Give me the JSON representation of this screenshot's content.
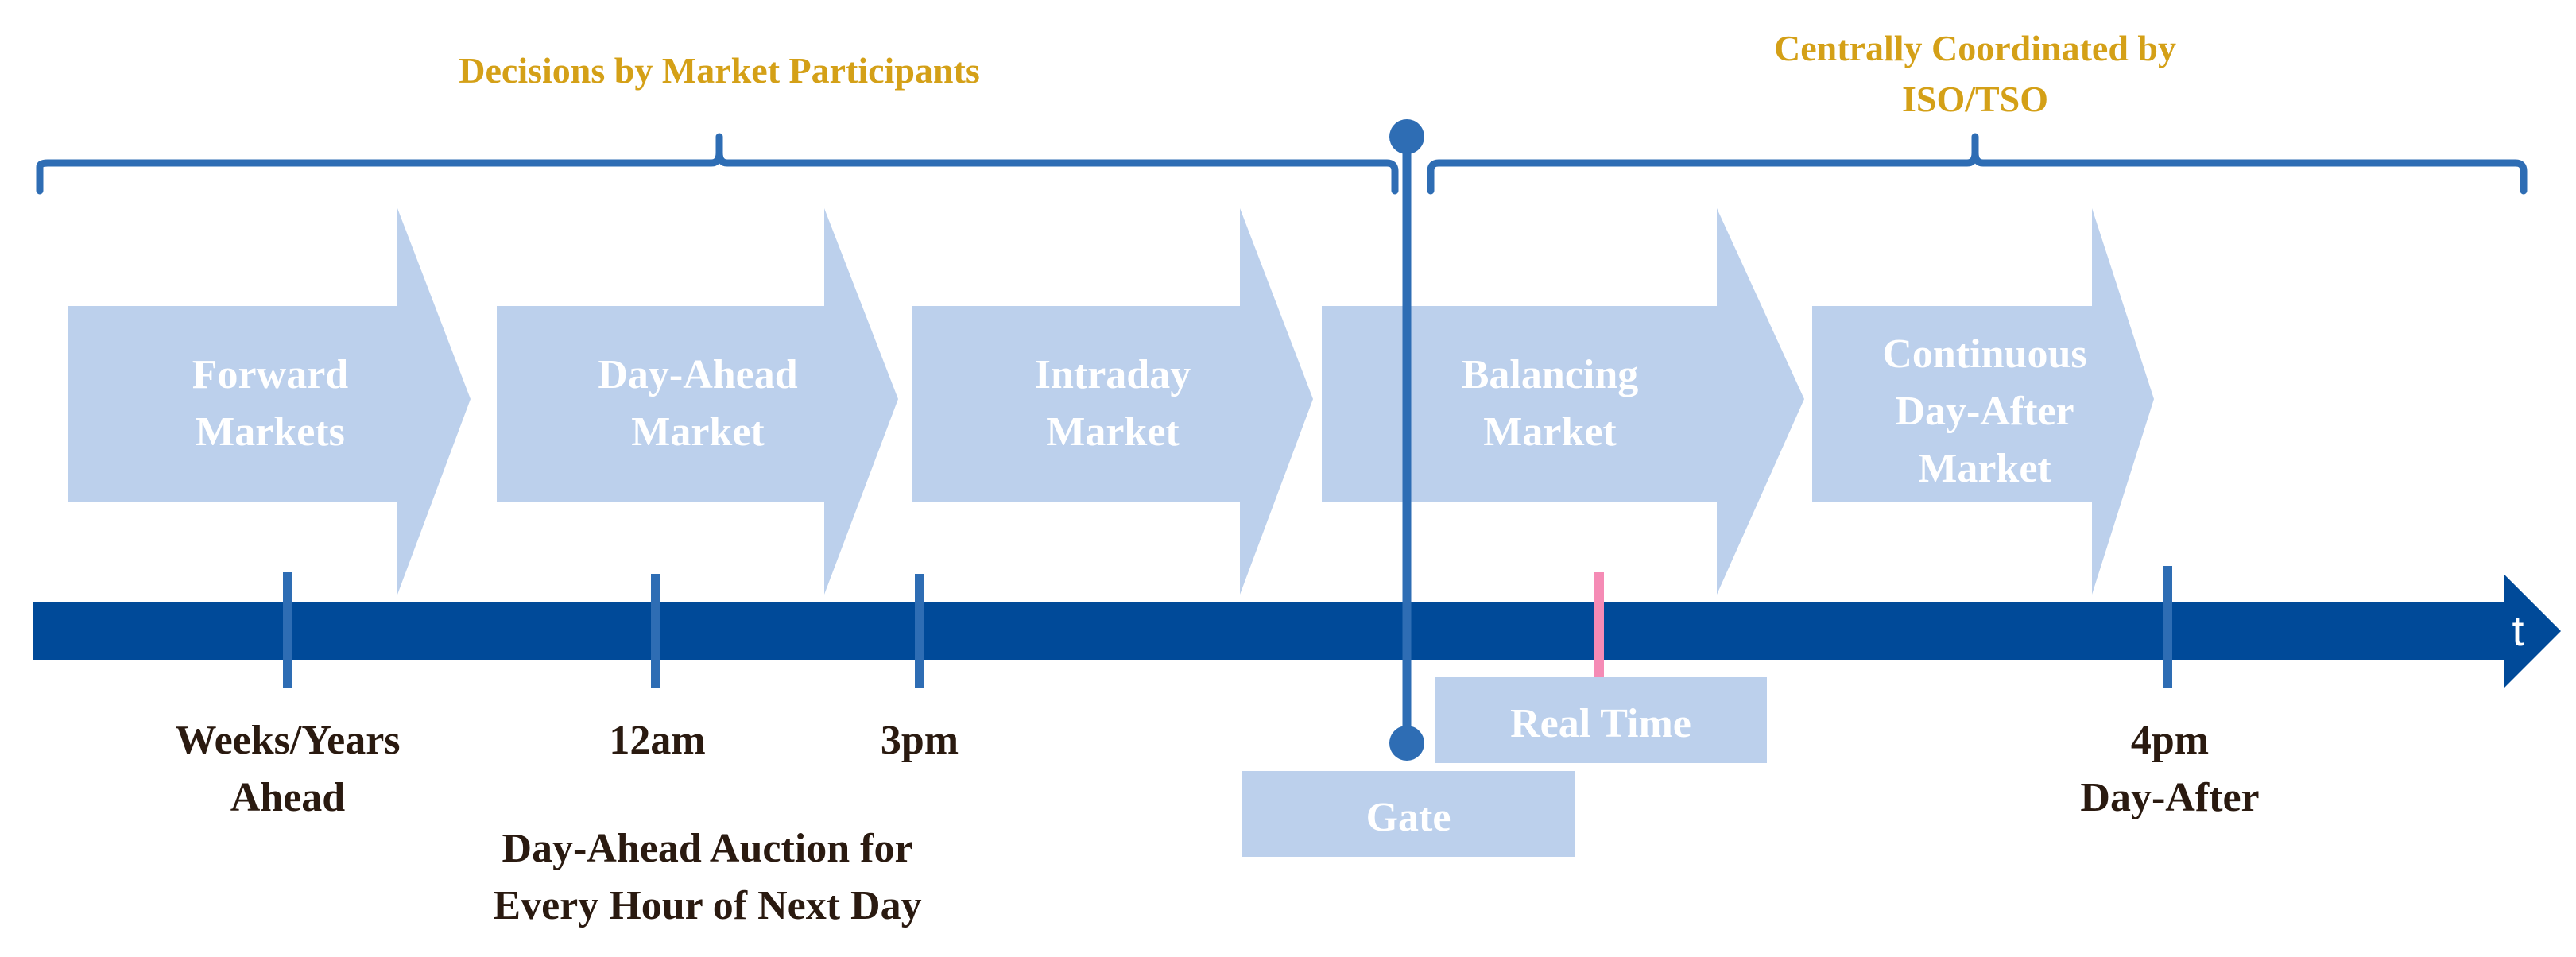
{
  "colors": {
    "bracket": "#2e6db4",
    "arrow_fill": "#bcd0ec",
    "timeline": "#004a99",
    "gold_text": "#d4a017",
    "dark_text": "#2a1a10",
    "realtime_tick": "#f58bb5"
  },
  "headers": {
    "left": "Decisions by Market Participants",
    "right_line1": "Centrally Coordinated by",
    "right_line2": "ISO/TSO"
  },
  "stages": [
    {
      "lines": [
        "Forward",
        "Markets"
      ]
    },
    {
      "lines": [
        "Day-Ahead",
        "Market"
      ]
    },
    {
      "lines": [
        "Intraday",
        "Market"
      ]
    },
    {
      "lines": [
        "Balancing",
        "Market"
      ]
    },
    {
      "lines": [
        "Continuous",
        "Day-After",
        "Market"
      ]
    }
  ],
  "axis": {
    "symbol": "t"
  },
  "ticks": [
    {
      "lines": [
        "Weeks/Years",
        "Ahead"
      ]
    },
    {
      "lines": [
        "12am"
      ]
    },
    {
      "lines": [
        "3pm"
      ]
    },
    {
      "lines": [
        "4pm",
        "Day-After"
      ]
    }
  ],
  "auction_note": [
    "Day-Ahead Auction for",
    "Every Hour of Next Day"
  ],
  "boxes": {
    "real_time": "Real Time",
    "gate": "Gate"
  }
}
